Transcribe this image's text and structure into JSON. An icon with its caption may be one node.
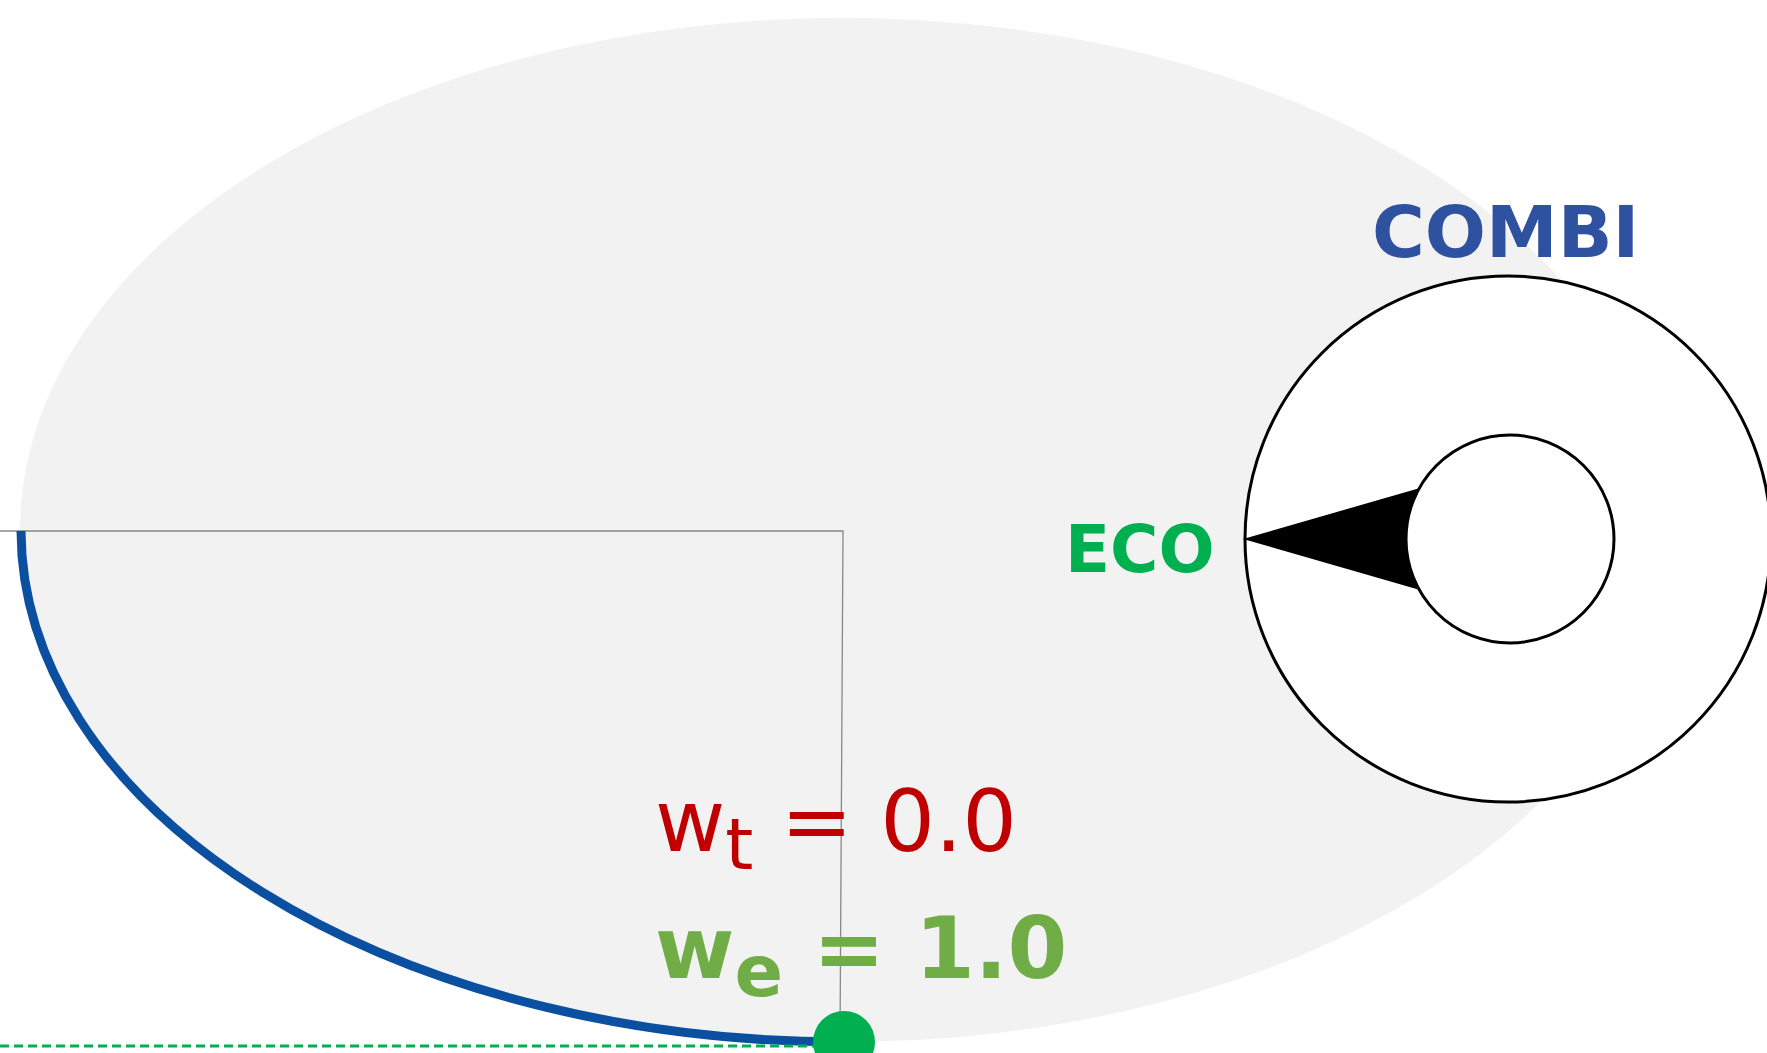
{
  "diagram": {
    "labels": [
      "COMBI",
      "ECO",
      "w$_{t}$ = 0.0",
      "**w$_{e}$ = 1.0**"
    ]
  }
}
